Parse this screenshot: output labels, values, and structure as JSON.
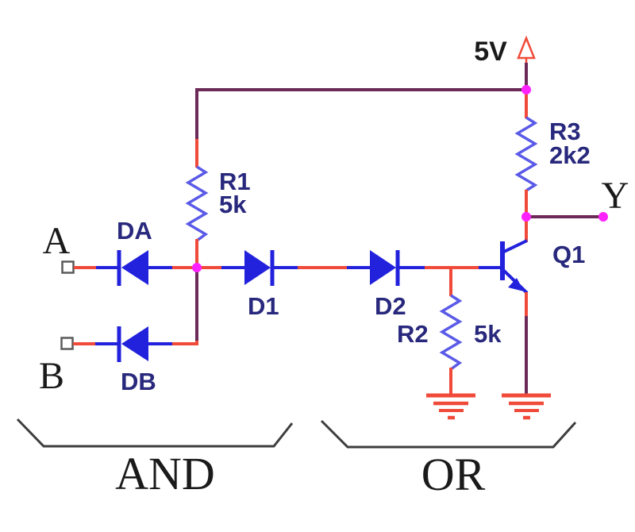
{
  "power": {
    "rail_label": "5V"
  },
  "output": {
    "label": "Y"
  },
  "inputs": {
    "a_label": "A",
    "b_label": "B"
  },
  "components": {
    "r1_name": "R1",
    "r1_value": "5k",
    "r2_name": "R2",
    "r2_value": "5k",
    "r3_name": "R3",
    "r3_value": "2k2",
    "d1_name": "D1",
    "d2_name": "D2",
    "da_name": "DA",
    "db_name": "DB",
    "q1_name": "Q1"
  },
  "sections": {
    "and_label": "AND",
    "or_label": "OR"
  },
  "colors": {
    "wire_red": "#f04b3a",
    "wire_purple": "#6b2a58",
    "device_blue": "#2222dd",
    "resistor_blue": "#5a5ae8",
    "junction_magenta": "#ff22ff",
    "label_navy": "#28287d",
    "text_black": "#1a1a1a",
    "brace_gray": "#3d3d3d"
  }
}
